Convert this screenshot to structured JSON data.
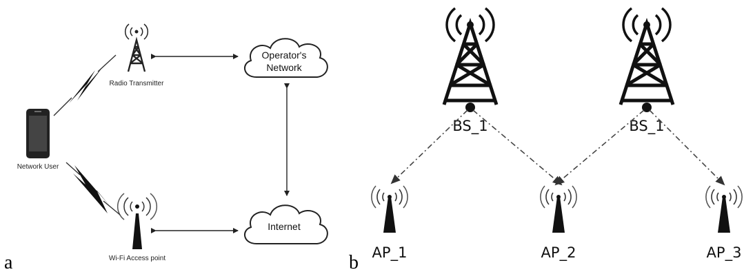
{
  "panel_a": {
    "letter": "a",
    "radio_transmitter_label": "Radio Transmitter",
    "operator_network_label_line1": "Operator's",
    "operator_network_label_line2": "Network",
    "network_user_label": "Network User",
    "internet_label": "Internet",
    "wifi_ap_label": "Wi-Fi Access point"
  },
  "panel_b": {
    "letter": "b",
    "base_stations": [
      "BS_1",
      "BS_1"
    ],
    "access_points": [
      "AP_1",
      "AP_2",
      "AP_3"
    ]
  }
}
